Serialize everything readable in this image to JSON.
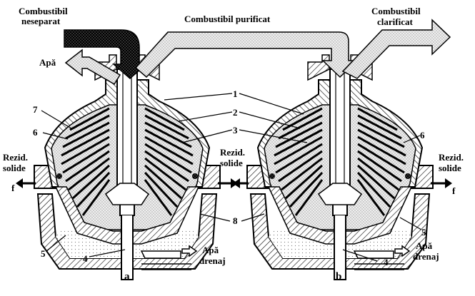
{
  "labels": {
    "unseparated_fuel": [
      "Combustibil",
      "neseparat"
    ],
    "purified_fuel": "Combustibil purificat",
    "clarified_fuel": [
      "Combustibil",
      "clarificat"
    ],
    "water_out": "Apă",
    "solid_residue_left_a": [
      "Rezid.",
      "solide"
    ],
    "solid_residue_right_a": [
      "Rezid.",
      "solide"
    ],
    "solid_residue_b": [
      "Rezid.",
      "solide"
    ],
    "drain_water_a": [
      "Apă",
      "drenaj"
    ],
    "drain_water_b": [
      "Apă",
      "drenaj"
    ],
    "f_left": "f",
    "f_right": "f",
    "caption_a": "a",
    "caption_b": "b"
  },
  "callouts": {
    "n1": "1",
    "n2": "2",
    "n3": "3",
    "n4a": "4",
    "n4b": "4",
    "n5a": "5",
    "n5b": "5",
    "n6a": "6",
    "n6b": "6",
    "n7": "7",
    "n8": "8"
  },
  "colors": {
    "ink": "#000000",
    "dark_flow": "#1a1a1a",
    "light_fill": "#e6e6e6"
  }
}
